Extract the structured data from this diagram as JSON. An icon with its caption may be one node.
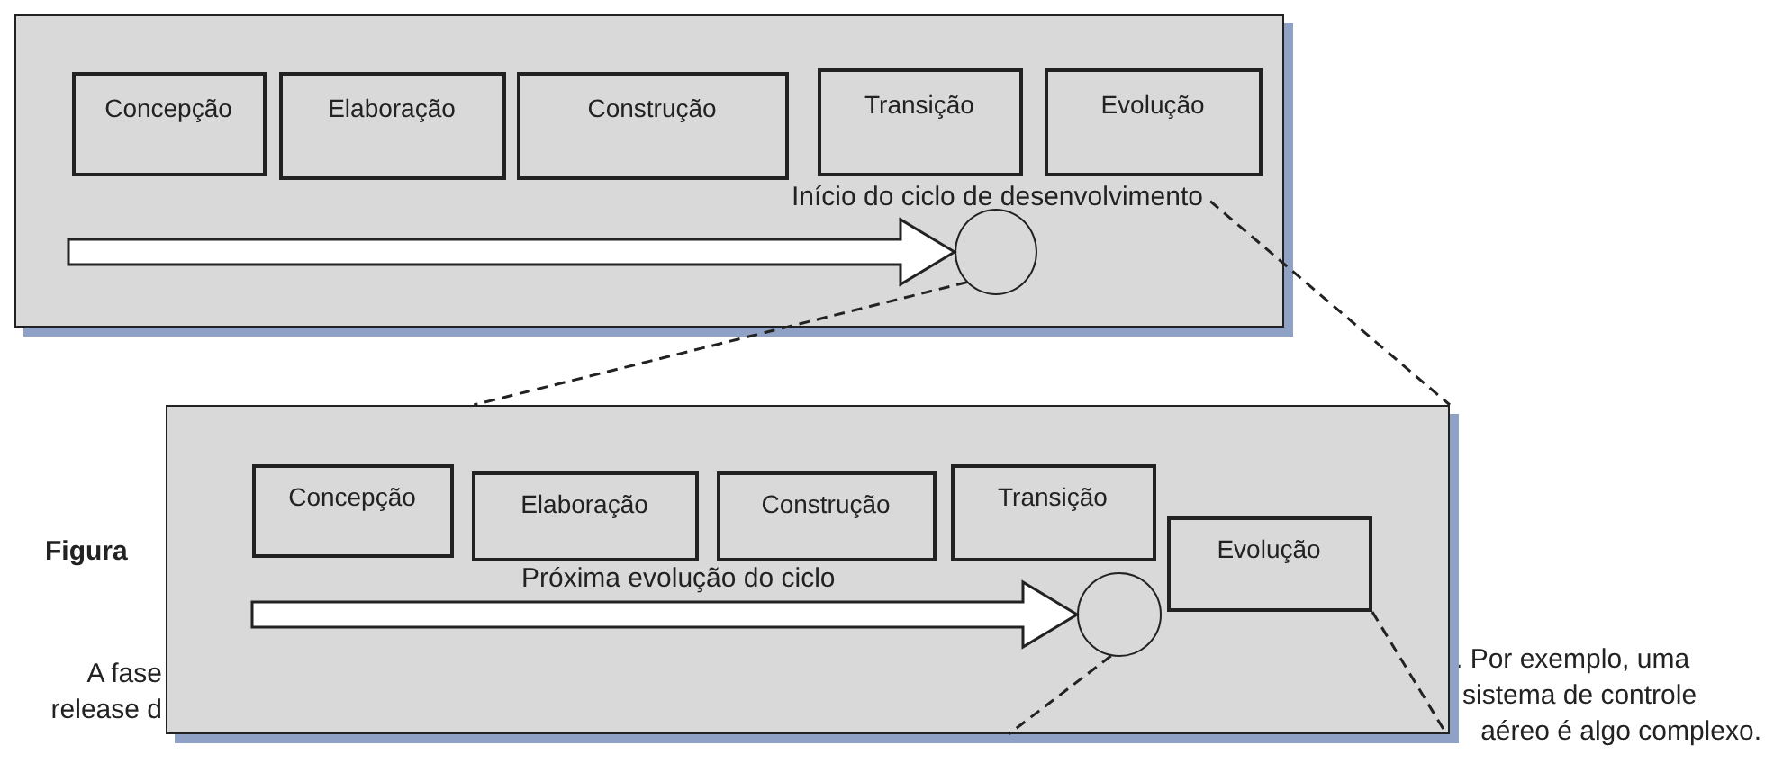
{
  "diagram": {
    "nodes": [
      {
        "text": [],
        "shape": "box"
      },
      {
        "text": [
          "Concepção"
        ],
        "in": 0
      },
      {
        "text": [
          "Elaboração"
        ],
        "in": 0
      },
      {
        "text": [
          "Construção"
        ],
        "in": 0
      },
      {
        "text": [
          "Transição"
        ],
        "in": 0
      },
      {
        "text": [
          "Evolução"
        ],
        "in": 0
      },
      {
        "text": [
          "Início do ciclo de desenvolvimento"
        ],
        "in": 0
      },
      {
        "text": [],
        "shape": "circle",
        "in": 0
      },
      {
        "text": [],
        "shape": "box"
      },
      {
        "text": [
          "Concepção"
        ],
        "in": 8
      },
      {
        "text": [
          "Elaboração"
        ],
        "in": 8
      },
      {
        "text": [
          "Construção"
        ],
        "in": 8
      },
      {
        "text": [
          "Transição"
        ],
        "in": 8
      },
      {
        "text": [
          "Evolução"
        ],
        "in": 8
      },
      {
        "text": [
          "Próxima evolução do ciclo"
        ],
        "in": 8
      },
      {
        "text": [],
        "shape": "circle",
        "in": 8
      }
    ],
    "edges": [
      {
        "from": null,
        "to": 7,
        "arrow": "to",
        "style": "thick"
      },
      {
        "from": 7,
        "to": 8,
        "arrow": "none",
        "style": "dashed"
      },
      {
        "from": 6,
        "to": 8,
        "arrow": "none",
        "style": "dashed"
      },
      {
        "from": null,
        "to": 15,
        "arrow": "to",
        "style": "thick"
      },
      {
        "from": 15,
        "to": null,
        "arrow": "none",
        "style": "dashed"
      },
      {
        "from": 13,
        "to": null,
        "arrow": "none",
        "style": "dashed"
      }
    ],
    "labels": [
      "Figura",
      "A fase",
      "release d",
      ". Por exemplo, uma",
      "sistema de controle",
      "aéreo é algo complexo."
    ]
  }
}
